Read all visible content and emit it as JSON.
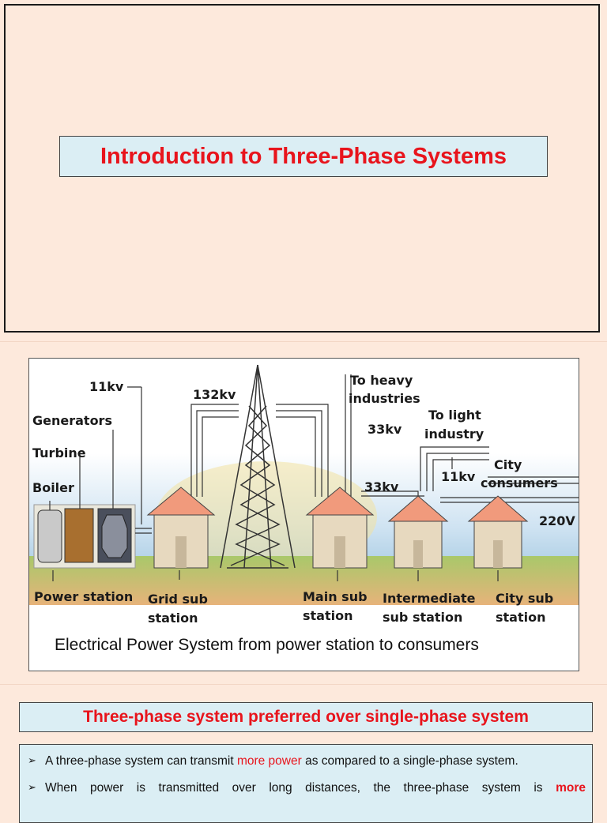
{
  "slide1": {
    "title": "Introduction to Three-Phase Systems"
  },
  "diagram": {
    "labels": {
      "v11_left": "11kv",
      "v132": "132kv",
      "generators": "Generators",
      "turbine": "Turbine",
      "boiler": "Boiler",
      "to_heavy": "To heavy",
      "industries": "industries",
      "v33_top": "33kv",
      "to_light": "To light",
      "industry": "industry",
      "v11_right": "11kv",
      "city": "City",
      "consumers": "consumers",
      "v33_mid": "33kv",
      "v220": "220V",
      "power_station": "Power station",
      "grid_sub": "Grid sub",
      "grid_station": "station",
      "main_sub": "Main sub",
      "main_station": "station",
      "intermediate": "Intermediate",
      "inter_station": "sub station",
      "city_sub": "City sub",
      "city_station": "station"
    },
    "caption": "Electrical Power System from power station to consumers"
  },
  "section": {
    "heading": "Three-phase system preferred over single-phase system",
    "bullets": [
      {
        "pre": "A three-phase system can transmit ",
        "hl": "more power",
        "post": " as compared to a single-phase system."
      },
      {
        "pre": "When power is transmitted over long distances, the three-phase system is ",
        "hl": "more"
      }
    ]
  },
  "colors": {
    "accent_red": "#e8141c",
    "box_blue": "#dbeef4",
    "page_bg": "#fde9dc"
  }
}
